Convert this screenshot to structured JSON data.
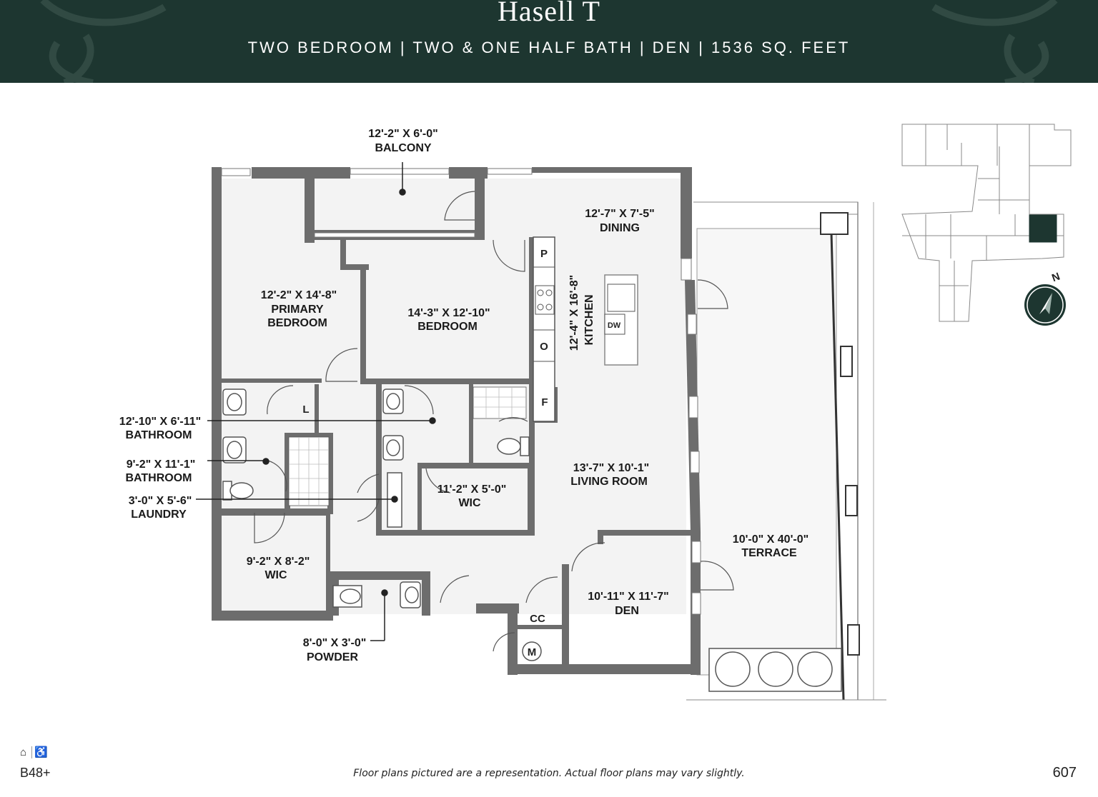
{
  "header": {
    "title": "Hasell T",
    "subtitle": "TWO BEDROOM  |  TWO & ONE HALF BATH  |  DEN  |  1536 SQ. FEET"
  },
  "colors": {
    "banner": "#1d3630",
    "wall": "#6d6d6d",
    "highlight_unit": "#1d3630"
  },
  "rooms": {
    "balcony": {
      "dims": "12'-2\" X 6'-0\"",
      "name": "BALCONY"
    },
    "dining": {
      "dims": "12'-7\" X 7'-5\"",
      "name": "DINING"
    },
    "primary_bedroom": {
      "dims": "12'-2\" X 14'-8\"",
      "name1": "PRIMARY",
      "name2": "BEDROOM"
    },
    "bedroom": {
      "dims": "14'-3\" X 12'-10\"",
      "name": "BEDROOM"
    },
    "kitchen": {
      "dims": "12'-4\" X 16'-8\"",
      "name": "KITCHEN"
    },
    "bathroom1": {
      "dims": "12'-10\" X 6'-11\"",
      "name": "BATHROOM"
    },
    "bathroom2": {
      "dims": "9'-2\" X 11'-1\"",
      "name": "BATHROOM"
    },
    "laundry": {
      "dims": "3'-0\" X 5'-6\"",
      "name": "LAUNDRY"
    },
    "wic_small": {
      "dims": "11'-2\" X 5'-0\"",
      "name": "WIC"
    },
    "living_room": {
      "dims": "13'-7\" X 10'-1\"",
      "name": "LIVING ROOM"
    },
    "wic_large": {
      "dims": "9'-2\" X 8'-2\"",
      "name": "WIC"
    },
    "terrace": {
      "dims": "10'-0\" X 40'-0\"",
      "name": "TERRACE"
    },
    "den": {
      "dims": "10'-11\" X 11'-7\"",
      "name": "DEN"
    },
    "powder": {
      "dims": "8'-0\" X 3'-0\"",
      "name": "POWDER"
    }
  },
  "appliances": {
    "pantry": "P",
    "oven": "O",
    "fridge": "F",
    "dishwasher": "DW",
    "linen": "L",
    "coat_closet": "CC",
    "mechanical": "M"
  },
  "compass": {
    "north": "N"
  },
  "footer": {
    "note": "Floor plans pictured are a representation. Actual floor plans may vary slightly.",
    "plan_code": "B48+",
    "page_number": "607"
  },
  "icons": [
    "equal-housing-icon",
    "accessible-icon",
    "compass-icon"
  ]
}
